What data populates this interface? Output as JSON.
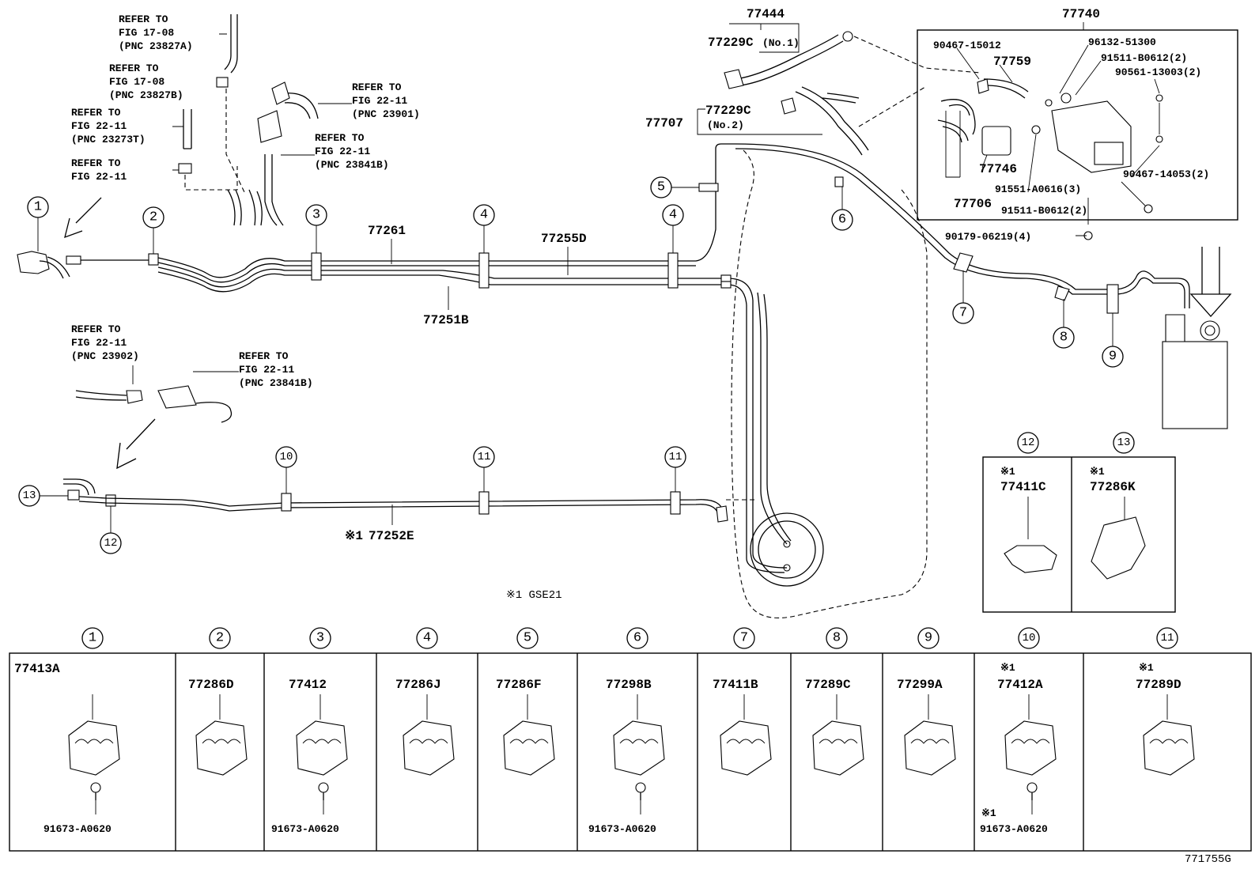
{
  "diagram_code": "771755G",
  "note": "※1 GSE21",
  "parts": {
    "p77444": "77444",
    "p77740": "77740",
    "p77229c_1": "77229C",
    "p77229c_1_qty": "(No.1)",
    "p77229c_2": "77229C",
    "p77229c_2_qty": "(No.2)",
    "p77707": "77707",
    "p90467_15012": "90467-15012",
    "p96132_51300": "96132-51300",
    "p77759": "77759",
    "p91511_b0612_a": "91511-B0612(2)",
    "p90561_13003": "90561-13003(2)",
    "p77746": "77746",
    "p91551_a0616": "91551-A0616(3)",
    "p77706": "77706",
    "p91511_b0612_b": "91511-B0612(2)",
    "p90467_14053": "90467-14053(2)",
    "p90179_06219": "90179-06219(4)",
    "p77261": "77261",
    "p77255d": "77255D",
    "p77251b": "77251B",
    "p77252e": "77252E",
    "p77252e_mark": "※1"
  },
  "refs": [
    [
      "REFER TO",
      "FIG 17-08",
      "(PNC 23827A)"
    ],
    [
      "REFER TO",
      "FIG 17-08",
      "(PNC 23827B)"
    ],
    [
      "REFER TO",
      "FIG 22-11",
      "(PNC 23273T)"
    ],
    [
      "REFER TO",
      "FIG 22-11"
    ],
    [
      "REFER TO",
      "FIG 22-11",
      "(PNC 23901)"
    ],
    [
      "REFER TO",
      "FIG 22-11",
      "(PNC 23841B)"
    ],
    [
      "REFER TO",
      "FIG 22-11",
      "(PNC 23902)"
    ],
    [
      "REFER TO",
      "FIG 22-11",
      "(PNC 23841B)"
    ]
  ],
  "callouts": [
    "1",
    "2",
    "3",
    "4",
    "4",
    "5",
    "6",
    "7",
    "8",
    "9",
    "10",
    "11",
    "11",
    "12",
    "13"
  ],
  "detail_12": {
    "num": "12",
    "mark": "※1",
    "part": "77411C"
  },
  "detail_13": {
    "num": "13",
    "mark": "※1",
    "part": "77286K"
  },
  "table": [
    {
      "num": "1",
      "mark": "",
      "part": "77413A",
      "bolt_mark": "",
      "bolt": "91673-A0620"
    },
    {
      "num": "2",
      "mark": "",
      "part": "77286D",
      "bolt_mark": "",
      "bolt": ""
    },
    {
      "num": "3",
      "mark": "",
      "part": "77412",
      "bolt_mark": "",
      "bolt": "91673-A0620"
    },
    {
      "num": "4",
      "mark": "",
      "part": "77286J",
      "bolt_mark": "",
      "bolt": ""
    },
    {
      "num": "5",
      "mark": "",
      "part": "77286F",
      "bolt_mark": "",
      "bolt": ""
    },
    {
      "num": "6",
      "mark": "",
      "part": "77298B",
      "bolt_mark": "",
      "bolt": "91673-A0620"
    },
    {
      "num": "7",
      "mark": "",
      "part": "77411B",
      "bolt_mark": "",
      "bolt": ""
    },
    {
      "num": "8",
      "mark": "",
      "part": "77289C",
      "bolt_mark": "",
      "bolt": ""
    },
    {
      "num": "9",
      "mark": "",
      "part": "77299A",
      "bolt_mark": "",
      "bolt": ""
    },
    {
      "num": "10",
      "mark": "※1",
      "part": "77412A",
      "bolt_mark": "※1",
      "bolt": "91673-A0620"
    },
    {
      "num": "11",
      "mark": "※1",
      "part": "77289D",
      "bolt_mark": "",
      "bolt": ""
    }
  ]
}
